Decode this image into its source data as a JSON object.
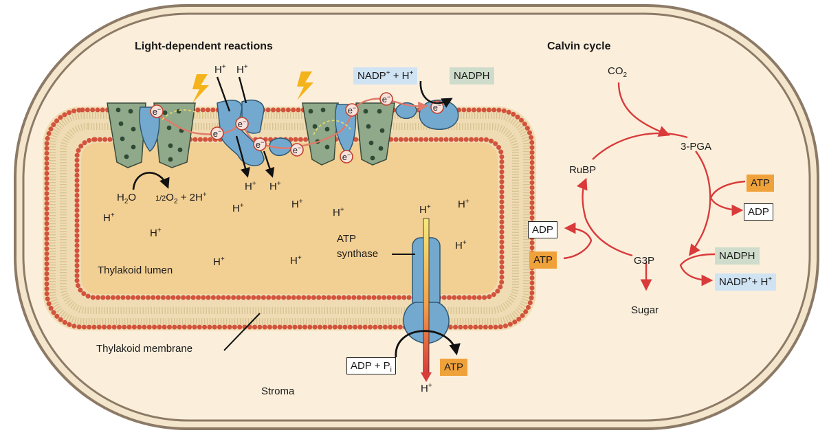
{
  "titles": {
    "light": "Light-dependent reactions",
    "calvin": "Calvin cycle"
  },
  "labels": {
    "thylakoid_lumen": "Thylakoid lumen",
    "thylakoid_membrane": "Thylakoid membrane",
    "stroma": "Stroma",
    "atp_synthase_1": "ATP",
    "atp_synthase_2": "synthase",
    "h2o": "H",
    "h2o_sub": "2",
    "h2o_end": "O",
    "half_o2_frac": "1/2",
    "half_o2_o": "O",
    "half_o2_sub": "2",
    "half_o2_rest": " + 2H",
    "co2": "CO",
    "co2_sub": "2",
    "pga": "3-PGA",
    "rubp": "RuBP",
    "g3p": "G3P",
    "sugar": "Sugar",
    "electron": "e",
    "electron_sup": "−",
    "proton": "H",
    "proton_sup": "+"
  },
  "boxes": {
    "nadp_light_main": "NADP",
    "nadp_light_sup": "+",
    "nadp_light_rest": " + H",
    "nadp_light_sup2": "+",
    "nadph_light": "NADPH",
    "adp_pi_main": "ADP + P",
    "adp_pi_sub": "i",
    "atp_synthase_out": "ATP",
    "atp_right": "ATP",
    "adp_right": "ADP",
    "adp_left": "ADP",
    "atp_left": "ATP",
    "nadph_right": "NADPH",
    "nadp_right_main": "NADP",
    "nadp_right_sup": "+",
    "nadp_right_rest": "+ H",
    "nadp_right_sup2": "+"
  },
  "colors": {
    "cell_fill": "#fbefdc",
    "cell_border": "#8c7a66",
    "lumen_fill": "#f2cf93",
    "lipid_head": "#d2533c",
    "photosystem_green": "#8fa98a",
    "protein_blue": "#74a9cf",
    "arrow_red": "#d93a3a",
    "atp_orange": "#f0a23a",
    "nadph_green": "#cfdccb",
    "nadp_blue": "#cfe3f3"
  }
}
